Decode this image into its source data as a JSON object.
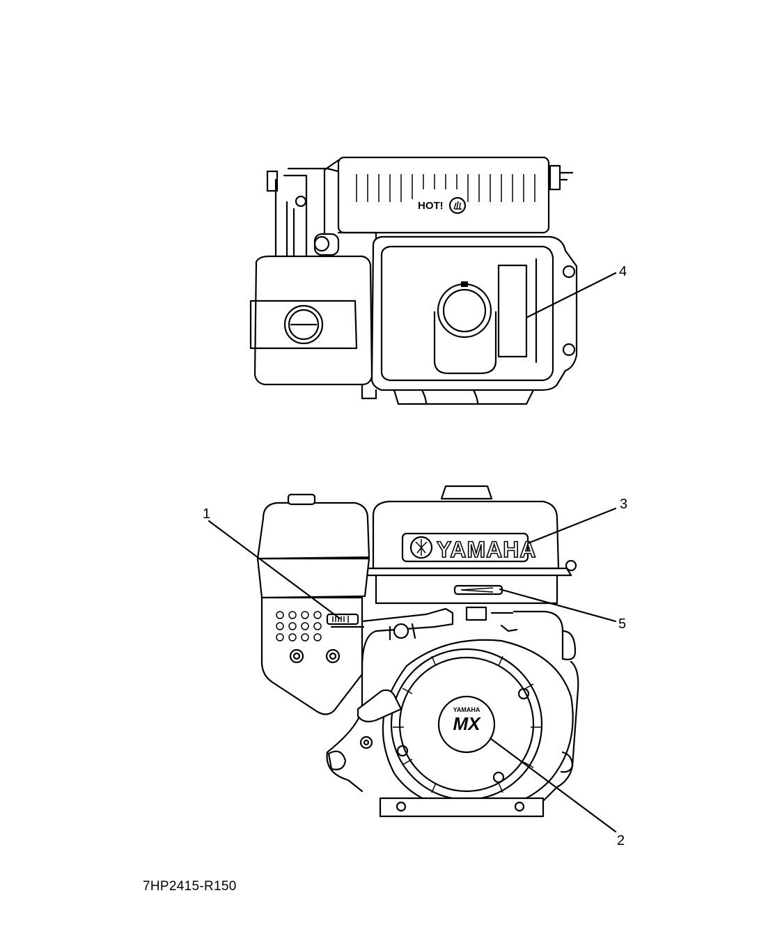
{
  "figure": {
    "callouts": [
      "1",
      "2",
      "3",
      "4",
      "5"
    ],
    "decal_hot": "HOT!",
    "brand_name": "YAMAHA",
    "recoil_badge_brand": "YAMAHA",
    "recoil_badge_model": "MX",
    "drawing_code": "7HP2415-R150"
  }
}
